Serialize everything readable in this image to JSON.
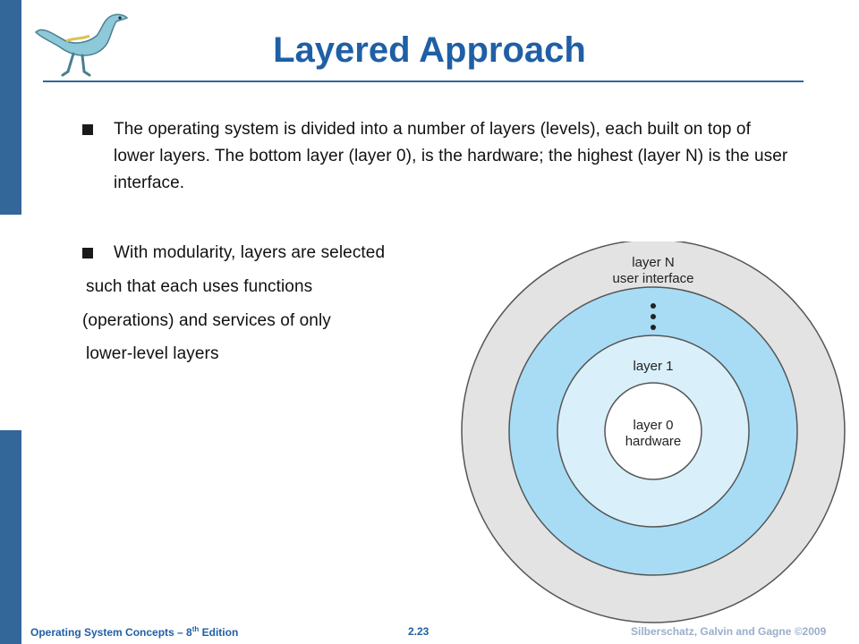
{
  "slide": {
    "title": "Layered Approach",
    "bullets": [
      "The operating system is divided into a number of layers (levels), each built on top of lower layers.  The bottom layer (layer 0), is the hardware; the highest (layer N) is the user interface.",
      "With modularity, layers are selected"
    ],
    "continuation_lines": [
      "such that each uses functions",
      "(operations) and services of only",
      "lower-level layers"
    ]
  },
  "diagram": {
    "rings": [
      {
        "label_lines": [
          "layer N",
          "user interface"
        ],
        "color": "#e3e3e3"
      },
      {
        "label_lines": [],
        "color": "#a8dcf5"
      },
      {
        "label_lines": [
          "layer 1"
        ],
        "color": "#d9f0fa"
      },
      {
        "label_lines": [
          "layer 0",
          "hardware"
        ],
        "color": "#ffffff"
      }
    ],
    "ring_N_line1": "layer N",
    "ring_N_line2": "user interface",
    "ring_1_label": "layer 1",
    "core_line1": "layer 0",
    "core_line2": "hardware"
  },
  "footer": {
    "left_prefix": "Operating System Concepts – 8",
    "left_sup": "th",
    "left_suffix": " Edition",
    "center": "2.23",
    "right": "Silberschatz, Galvin and Gagne ©2009"
  },
  "colors": {
    "sidebar": "#336699",
    "title": "#1f5fa6",
    "accent_rule": "#336699"
  },
  "icons": {
    "logo": "dinosaur-logo",
    "bullet": "square-bullet-icon"
  }
}
